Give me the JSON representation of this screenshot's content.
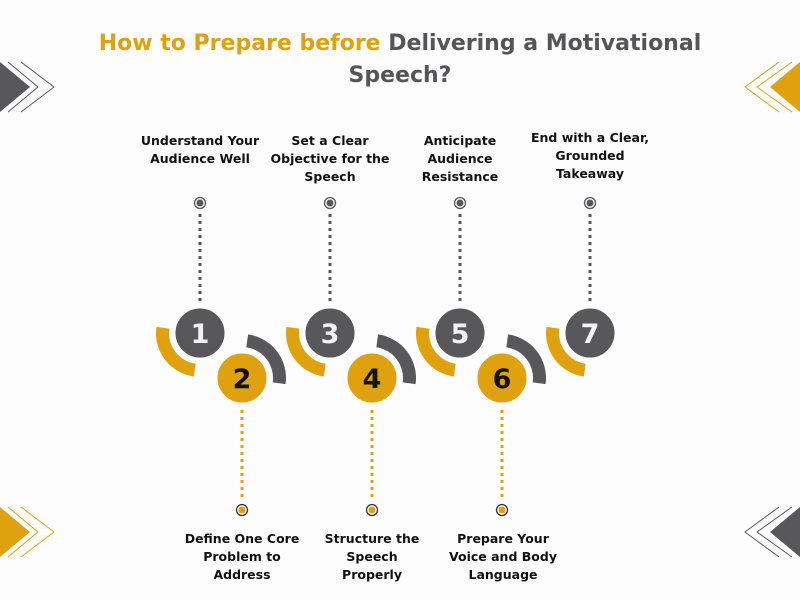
{
  "title": {
    "accent": "How to Prepare before",
    "rest_line1": "Delivering a Motivational",
    "rest_line2": "Speech?"
  },
  "colors": {
    "gold": "#e0a10f",
    "gray": "#58585b",
    "text": "#111111",
    "background": "#fdfdfd"
  },
  "steps": [
    {
      "number": "1",
      "label": "Understand Your Audience Well",
      "position": "top",
      "color": "gray"
    },
    {
      "number": "2",
      "label": "Define One Core Problem to Address",
      "position": "bottom",
      "color": "gold"
    },
    {
      "number": "3",
      "label": "Set a Clear Objective for the Speech",
      "position": "top",
      "color": "gray"
    },
    {
      "number": "4",
      "label": "Structure the Speech Properly",
      "position": "bottom",
      "color": "gold"
    },
    {
      "number": "5",
      "label": "Anticipate Audience Resistance",
      "position": "top",
      "color": "gray"
    },
    {
      "number": "6",
      "label": "Prepare Your Voice and Body Language",
      "position": "bottom",
      "color": "gold"
    },
    {
      "number": "7",
      "label": "End with a Clear, Grounded Takeaway",
      "position": "top",
      "color": "gray"
    }
  ],
  "decorations": {
    "top_left": "chevron-right-gray",
    "top_right": "chevron-left-gold",
    "bottom_left": "chevron-right-gold",
    "bottom_right": "chevron-left-gray"
  }
}
